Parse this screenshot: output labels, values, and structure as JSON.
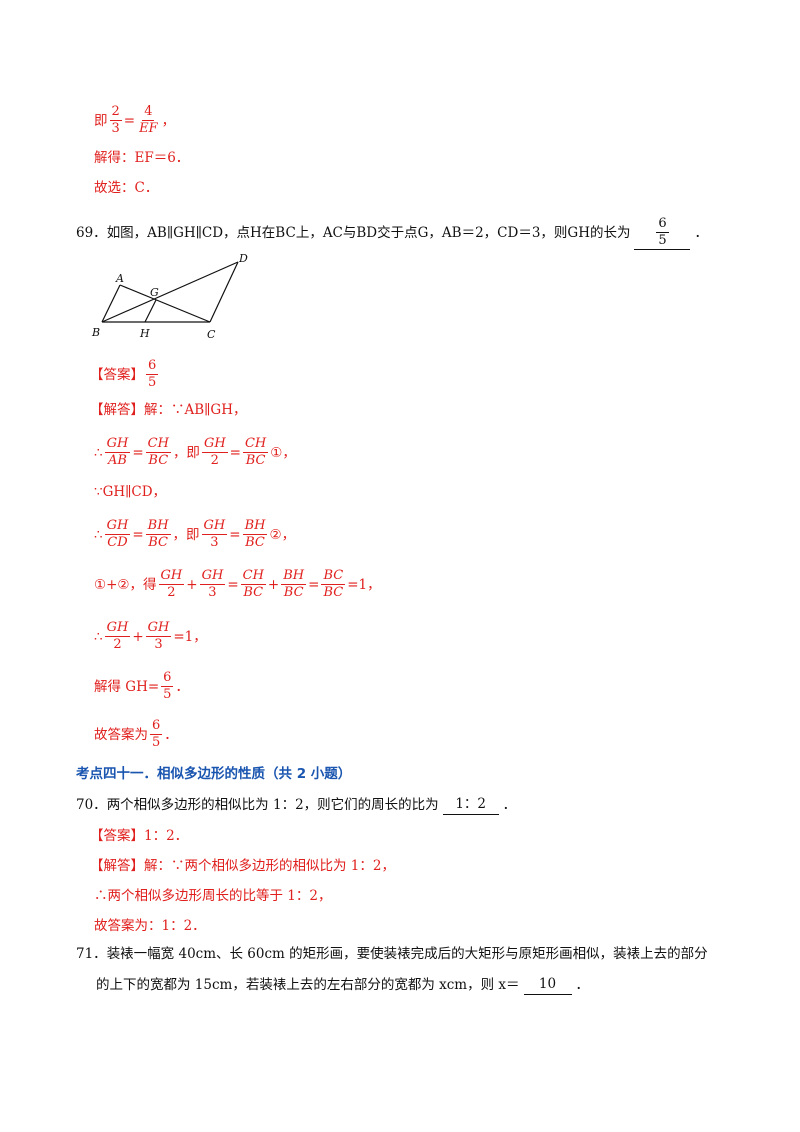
{
  "lines": {
    "l1_prefix": "即",
    "l1_eq": "=",
    "l1_end": "，",
    "l2": "解得：EF＝6．",
    "l3": "故选：C．",
    "q69_num": "69．",
    "q69_text": "如图，AB∥GH∥CD，点H在BC上，AC与BD交于点G，AB＝2，CD＝3，则GH的长为",
    "q69_end": "．",
    "ans_tag": "【答案】",
    "sol_tag": "【解答】",
    "sol69_1": "解：∵AB∥GH，",
    "therefore": "∴",
    "ji": "，即",
    "comma": "，",
    "circ1": "①",
    "circ2": "②",
    "because_gh_cd": "∵GH∥CD，",
    "plus": "+",
    "eq": "=",
    "get": "，得",
    "eq_one_comma": "=1，",
    "solve_gh": "解得 GH=",
    "period": "．",
    "final69": "故答案为",
    "heading": "考点四十一．相似多边形的性质（共 2 小题）",
    "q70_num": "70．",
    "q70_text": "两个相似多边形的相似比为 1：2，则它们的周长的比为",
    "q70_blank": "1：2",
    "q70_end": "．",
    "ans70": "1：2．",
    "sol70_1": "解：∵两个相似多边形的相似比为 1：2，",
    "sol70_2": "∴两个相似多边形周长的比等于 1：2，",
    "sol70_3": "故答案为：1：2．",
    "q71_num": "71．",
    "q71_text1": "装裱一幅宽 40cm、长 60cm 的矩形画，要使装裱完成后的大矩形与原矩形画相似，装裱上去的部分",
    "q71_text2a": "的上下的宽都为 15cm，若装裱上去的左右部分的宽都为 xcm，则 x＝",
    "q71_blank": "10",
    "q71_end": "．"
  },
  "fractions": {
    "f_2_3": {
      "num": "2",
      "den": "3"
    },
    "f_4_EF": {
      "num": "4",
      "den": "EF"
    },
    "f_6_5": {
      "num": "6",
      "den": "5"
    },
    "f_GH_AB": {
      "num": "GH",
      "den": "AB"
    },
    "f_CH_BC": {
      "num": "CH",
      "den": "BC"
    },
    "f_GH_2": {
      "num": "GH",
      "den": "2"
    },
    "f_GH_CD": {
      "num": "GH",
      "den": "CD"
    },
    "f_BH_BC": {
      "num": "BH",
      "den": "BC"
    },
    "f_GH_3": {
      "num": "GH",
      "den": "3"
    },
    "f_BC_BC": {
      "num": "BC",
      "den": "BC"
    }
  },
  "figure": {
    "labels": {
      "A": "A",
      "B": "B",
      "C": "C",
      "D": "D",
      "G": "G",
      "H": "H"
    }
  },
  "colors": {
    "answer_red": "#e0201e",
    "heading_blue": "#1a55b0",
    "text": "#111111"
  }
}
